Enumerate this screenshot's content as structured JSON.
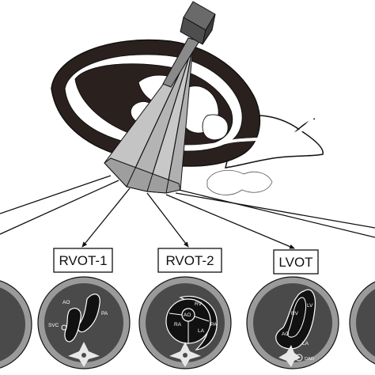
{
  "views": [
    {
      "key": "rvot1",
      "label": "RVOT-1"
    },
    {
      "key": "rvot2",
      "label": "RVOT-2"
    },
    {
      "key": "lvot",
      "label": "LVOT"
    }
  ],
  "structures": {
    "rvot1": {
      "ao": "AO",
      "pa": "PA",
      "svc": "SVC"
    },
    "rvot2": {
      "rv": "RV",
      "ao": "AO",
      "ra": "RA",
      "la": "LA",
      "pa": "PA"
    },
    "lvot": {
      "rv": "RV",
      "lv": "LV",
      "ao": "AO",
      "la": "LA",
      "dao": "DAO"
    }
  },
  "colors": {
    "background": "#ffffff",
    "line": "#111111",
    "heart_dark": "#2a211e",
    "plane_fill": "#bdbdbd",
    "probe": "#5a5a5a",
    "echo_bg": "#4a4a4a",
    "echo_rim": "#9a9a9a",
    "spine": "#e8e8e8"
  }
}
